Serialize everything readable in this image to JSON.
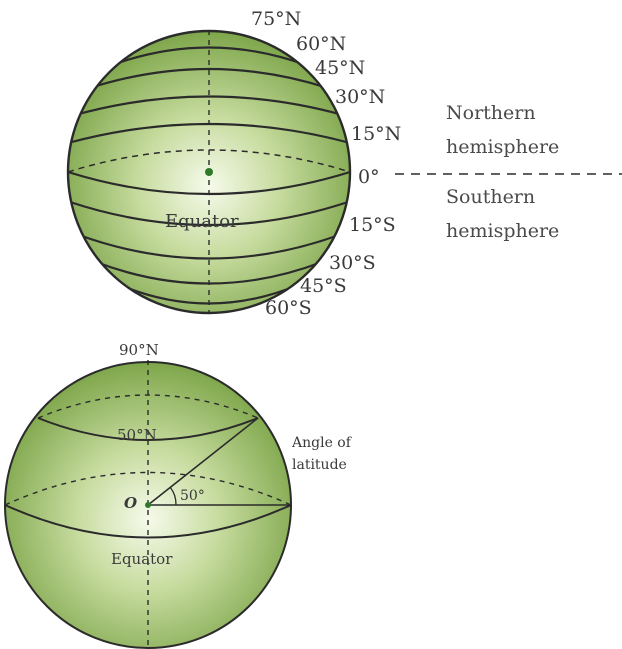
{
  "globe_top": {
    "latitudes_north": [
      "75°N",
      "60°N",
      "45°N",
      "30°N",
      "15°N"
    ],
    "equator_degree": "0°",
    "latitudes_south": [
      "15°S",
      "30°S",
      "45°S",
      "60°S"
    ],
    "equator_label": "Equator"
  },
  "hemispheres": {
    "northern_line1": "Northern",
    "northern_line2": "hemisphere",
    "southern_line1": "Southern",
    "southern_line2": "hemisphere"
  },
  "globe_bottom": {
    "pole_label": "90°N",
    "parallel_label": "50°N",
    "angle_value": "50°",
    "center_label": "O",
    "equator_label": "Equator",
    "angle_caption_line1": "Angle of",
    "angle_caption_line2": "latitude"
  },
  "colors": {
    "globe_light": "#f3f8e6",
    "globe_mid": "#b9d38e",
    "globe_dark": "#6f9a3f",
    "line": "#2a2a2a"
  }
}
